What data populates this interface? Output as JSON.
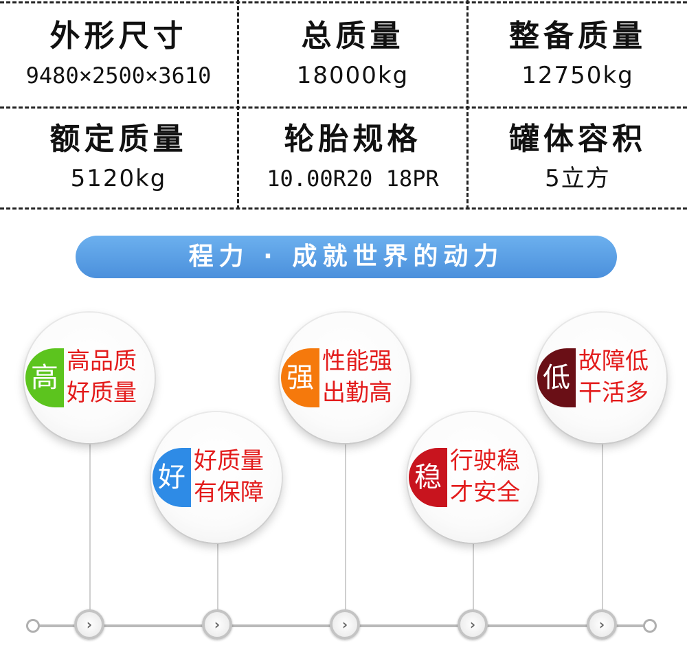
{
  "specs": [
    {
      "label": "外形尺寸",
      "value": "9480×2500×3610"
    },
    {
      "label": "总质量",
      "value": "18000kg"
    },
    {
      "label": "整备质量",
      "value": "12750kg"
    },
    {
      "label": "额定质量",
      "value": "5120kg"
    },
    {
      "label": "轮胎规格",
      "value": "10.00R20 18PR"
    },
    {
      "label": "罐体容积",
      "value": "5立方"
    }
  ],
  "banner": "程力 · 成就世界的动力",
  "features": [
    {
      "badge": "高",
      "line1": "高品质",
      "line2": "好质量",
      "color": "#5cc41e"
    },
    {
      "badge": "好",
      "line1": "好质量",
      "line2": "有保障",
      "color": "#2e8be6"
    },
    {
      "badge": "强",
      "line1": "性能强",
      "line2": "出勤高",
      "color": "#f5790c"
    },
    {
      "badge": "稳",
      "line1": "行驶稳",
      "line2": "才安全",
      "color": "#c8141e"
    },
    {
      "badge": "低",
      "line1": "故障低",
      "line2": "干活多",
      "color": "#6a0f16"
    }
  ],
  "timeline": {
    "node_icon": "chevron-right-icon",
    "node_glyph": "›"
  }
}
